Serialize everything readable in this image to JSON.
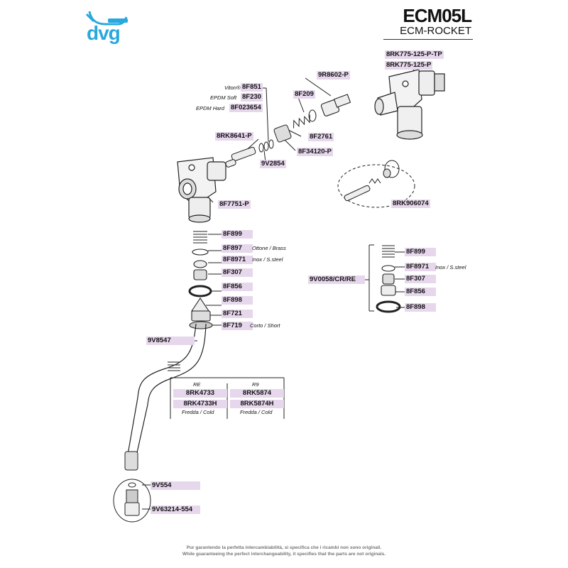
{
  "header": {
    "brand": "dvg",
    "model": "ECM05L",
    "subtitle": "ECM-ROCKET"
  },
  "colors": {
    "brand_blue": "#29a8df",
    "tag_bg": "#e6d7ec"
  },
  "parts": {
    "rk775_tp": "8RK775-125-P-TP",
    "rk775": "8RK775-125-P",
    "r8602": "9R8602-P",
    "f209": "8F209",
    "f851": "8F851",
    "f230": "8F230",
    "f023654": "8F023654",
    "rk8641": "8RK8641-P",
    "f2761": "8F2761",
    "f34120": "8F34120-P",
    "v2854": "9V2854",
    "rk906074": "8RK906074",
    "f7751": "8F7751-P",
    "f899": "8F899",
    "f897": "8F897",
    "f8971": "8F8971",
    "f307": "8F307",
    "f856": "8F856",
    "f898": "8F898",
    "f721": "8F721",
    "f719": "8F719",
    "v8547": "9V8547",
    "v0058": "9V0058/CR/RE",
    "rk4733": "8RK4733",
    "rk4733h": "8RK4733H",
    "rk5874": "8RK5874",
    "rk5874h": "8RK5874H",
    "v554": "9V554",
    "v63214": "9V63214-554"
  },
  "notes": {
    "viton": "Viton®",
    "epdm_soft": "EPDM Soft",
    "epdm_hard": "EPDM Hard",
    "brass": "Ottone / Brass",
    "inox": "Inox / S.steel",
    "short": "Corto / Short",
    "re": "RE",
    "r9": "R9",
    "cold": "Fredda / Cold"
  },
  "footer": {
    "line_it": "Pur garantendo la perfetta intercambiabilità, si specifica che i ricambi non sono originali.",
    "line_en": "While guaranteeing the perfect interchangeability, it specifies that the parts are not originals."
  }
}
